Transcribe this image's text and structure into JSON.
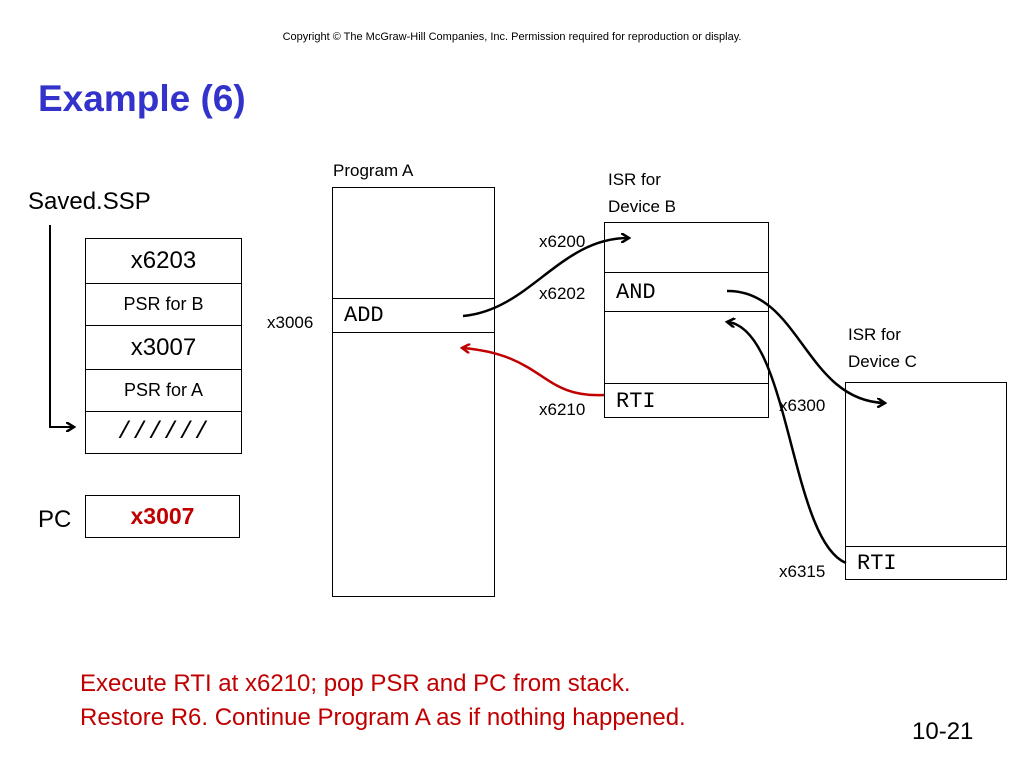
{
  "copyright": "Copyright © The McGraw-Hill Companies, Inc.  Permission required for reproduction or display.",
  "title": "Example (6)",
  "stack": {
    "label": "Saved.SSP",
    "cells": [
      "x6203",
      "PSR for B",
      "x3007",
      "PSR for A",
      "//////"
    ]
  },
  "pc": {
    "label": "PC",
    "value": "x3007"
  },
  "program_a": {
    "label": "Program A",
    "instr_addr": "x3006",
    "instr": "ADD"
  },
  "isr_b": {
    "label_line1": "ISR for",
    "label_line2": "Device B",
    "addr_start": "x6200",
    "addr_and": "x6202",
    "instr_and": "AND",
    "addr_rti": "x6210",
    "instr_rti": "RTI"
  },
  "isr_c": {
    "label_line1": "ISR for",
    "label_line2": "Device C",
    "addr_start": "x6300",
    "addr_rti": "x6315",
    "instr_rti": "RTI"
  },
  "caption": {
    "line1": "Execute RTI at x6210; pop PSR and PC from stack.",
    "line2": "Restore R6.  Continue Program A as if nothing happened."
  },
  "page_number": "10-21",
  "colors": {
    "title": "#3333cc",
    "highlight": "#c00000"
  }
}
